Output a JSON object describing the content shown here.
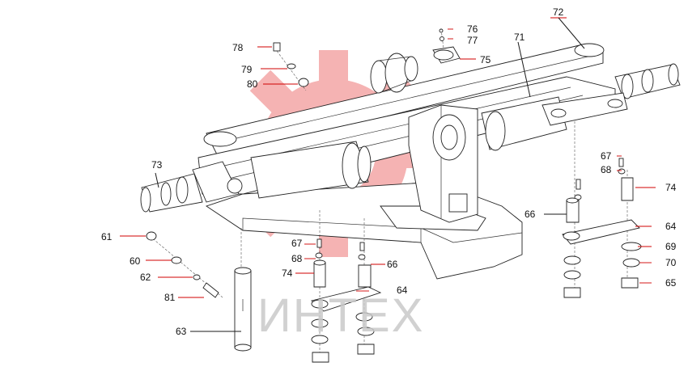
{
  "diagram": {
    "callouts": [
      {
        "id": "72",
        "text": "72"
      },
      {
        "id": "76",
        "text": "76"
      },
      {
        "id": "77",
        "text": "77"
      },
      {
        "id": "71",
        "text": "71"
      },
      {
        "id": "78",
        "text": "78"
      },
      {
        "id": "75",
        "text": "75"
      },
      {
        "id": "79",
        "text": "79"
      },
      {
        "id": "80",
        "text": "80"
      },
      {
        "id": "73",
        "text": "73"
      },
      {
        "id": "67a",
        "text": "67"
      },
      {
        "id": "68a",
        "text": "68"
      },
      {
        "id": "74a",
        "text": "74"
      },
      {
        "id": "66a",
        "text": "66"
      },
      {
        "id": "64a",
        "text": "64"
      },
      {
        "id": "61",
        "text": "61"
      },
      {
        "id": "69",
        "text": "69"
      },
      {
        "id": "67b",
        "text": "67"
      },
      {
        "id": "60",
        "text": "60"
      },
      {
        "id": "68b",
        "text": "68"
      },
      {
        "id": "66b",
        "text": "66"
      },
      {
        "id": "70",
        "text": "70"
      },
      {
        "id": "74b",
        "text": "74"
      },
      {
        "id": "62",
        "text": "62"
      },
      {
        "id": "65",
        "text": "65"
      },
      {
        "id": "64b",
        "text": "64"
      },
      {
        "id": "81",
        "text": "81"
      },
      {
        "id": "63",
        "text": "63"
      }
    ],
    "watermark": {
      "text": "ИНТЕХ",
      "color": "#f08a8a"
    },
    "colors": {
      "line": "#1a1a1a",
      "leader": "#d00000",
      "watermark": "#f4a6a6"
    }
  }
}
